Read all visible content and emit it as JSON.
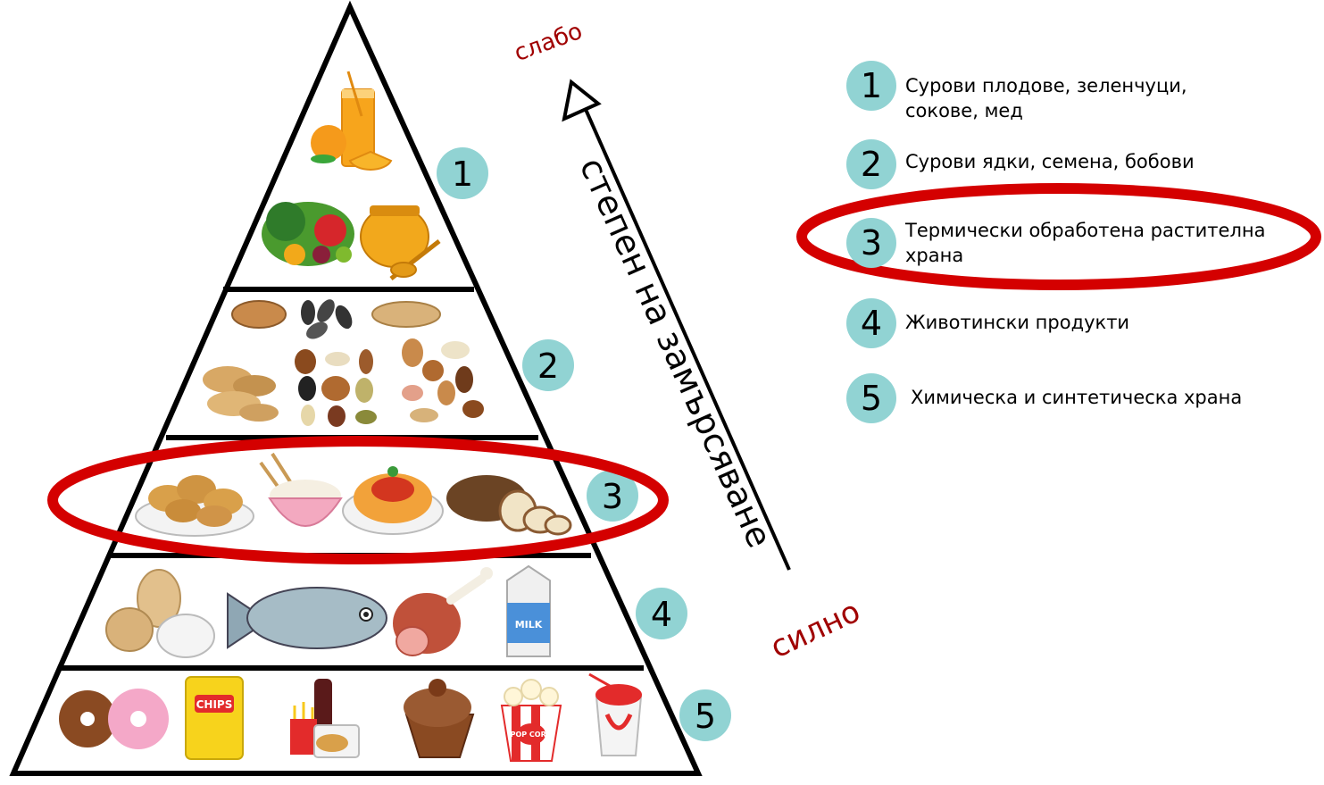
{
  "colors": {
    "badge": "#91d3d3",
    "highlight": "#d40000",
    "label_red": "#a00000"
  },
  "levels": [
    {
      "number": "1",
      "legend": "Сурови плодове, зеленчуци, сокове, мед",
      "foods": [
        {
          "name": "orange-juice-icon",
          "emoji": "🧃"
        },
        {
          "name": "orange-icon",
          "emoji": "🍊"
        },
        {
          "name": "watermelon-vegetables-icon",
          "emoji": "🥗"
        },
        {
          "name": "honey-pot-icon",
          "emoji": "🍯"
        }
      ]
    },
    {
      "number": "2",
      "legend": "Сурови ядки, семена, бобови",
      "foods": [
        {
          "name": "peanuts-icon",
          "emoji": "🥜"
        },
        {
          "name": "sunflower-seeds-icon",
          "emoji": "🌻"
        },
        {
          "name": "oats-icon",
          "emoji": "🌾"
        },
        {
          "name": "peanuts-pile-icon",
          "emoji": "🥜"
        },
        {
          "name": "mixed-nuts-icon",
          "emoji": "🌰"
        },
        {
          "name": "almonds-icon",
          "emoji": "🌰"
        }
      ]
    },
    {
      "number": "3",
      "legend": "Термически обработена растителна храна",
      "foods": [
        {
          "name": "potatoes-icon",
          "emoji": "🥔"
        },
        {
          "name": "rice-bowl-icon",
          "emoji": "🍚"
        },
        {
          "name": "spaghetti-icon",
          "emoji": "🍝"
        },
        {
          "name": "bread-icon",
          "emoji": "🍞"
        }
      ]
    },
    {
      "number": "4",
      "legend": "Животински продукти",
      "foods": [
        {
          "name": "eggs-icon",
          "emoji": "🥚"
        },
        {
          "name": "fish-icon",
          "emoji": "🐟"
        },
        {
          "name": "ham-leg-icon",
          "emoji": "🍖"
        },
        {
          "name": "milk-carton-icon",
          "emoji": "🥛"
        }
      ]
    },
    {
      "number": "5",
      "legend": "Химическа и синтетическа храна",
      "foods": [
        {
          "name": "donuts-icon",
          "emoji": "🍩"
        },
        {
          "name": "chips-bag-icon",
          "emoji": "🍟"
        },
        {
          "name": "cola-fastfood-icon",
          "emoji": "🍔"
        },
        {
          "name": "cupcake-icon",
          "emoji": "🧁"
        },
        {
          "name": "popcorn-icon",
          "emoji": "🍿"
        },
        {
          "name": "slush-cup-icon",
          "emoji": "🥤"
        }
      ]
    }
  ],
  "food_labels": {
    "chips": "CHIPS",
    "milk": "MILK",
    "popcorn": "POP CORN"
  },
  "axis": {
    "label": "степен на замърсяване",
    "top": "слабо",
    "bottom": "силно"
  },
  "highlighted_level": "3"
}
